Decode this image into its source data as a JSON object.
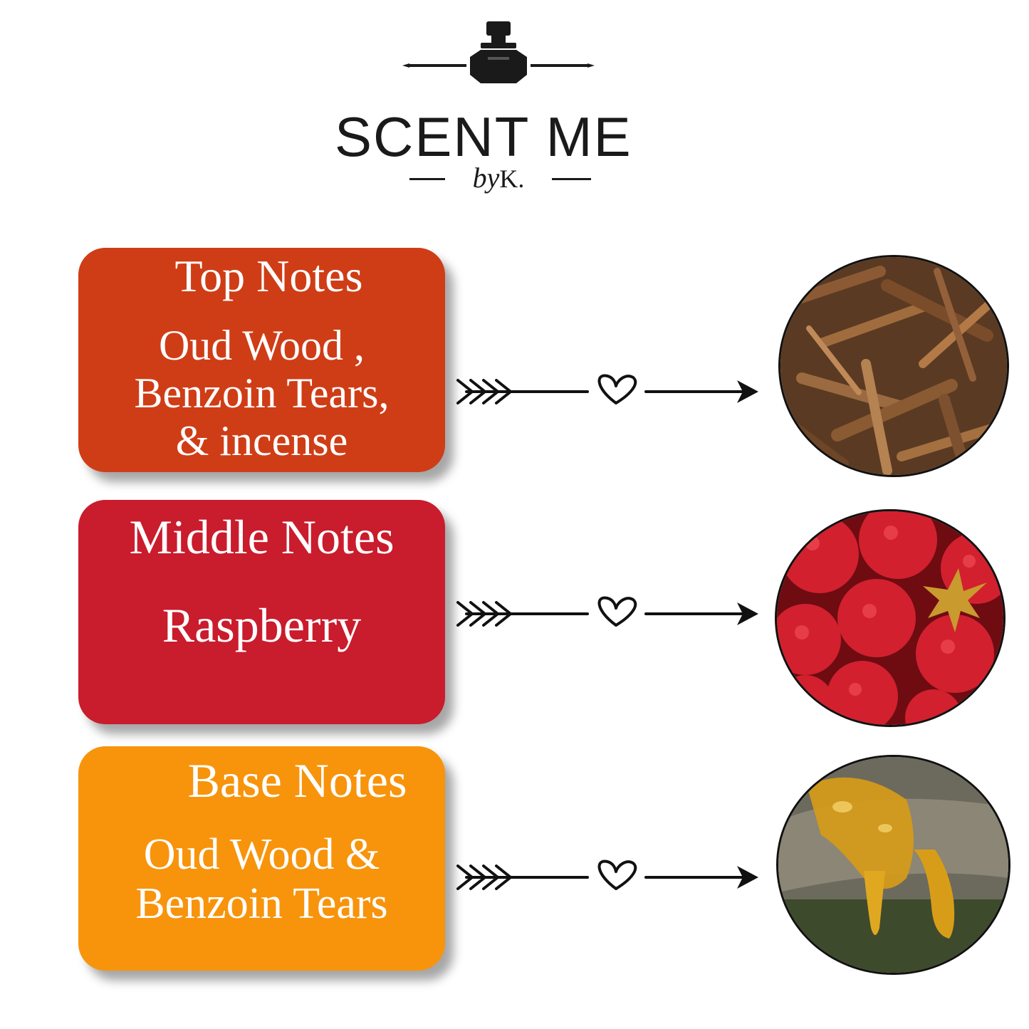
{
  "brand": {
    "name": "SCENT ME",
    "byline_prefix": "by",
    "byline_initial": "K.",
    "icon": "perfume-bottle-icon"
  },
  "colors": {
    "top": "#cf3d16",
    "middle": "#c91c2d",
    "base": "#f7940c",
    "ink": "#111111"
  },
  "notes": {
    "top": {
      "title": "Top Notes",
      "ingredients": "Oud Wood ,\nBenzoin Tears,\n& incense",
      "image": "oud-wood-chips"
    },
    "middle": {
      "title": "Middle Notes",
      "ingredients": "Raspberry",
      "image": "raspberries"
    },
    "base": {
      "title": "Base Notes",
      "ingredients": "Oud Wood &\nBenzoin Tears",
      "image": "benzoin-resin"
    }
  },
  "connector": {
    "icons": [
      "arrow-fletching-icon",
      "heart-icon",
      "arrow-head-icon"
    ]
  }
}
